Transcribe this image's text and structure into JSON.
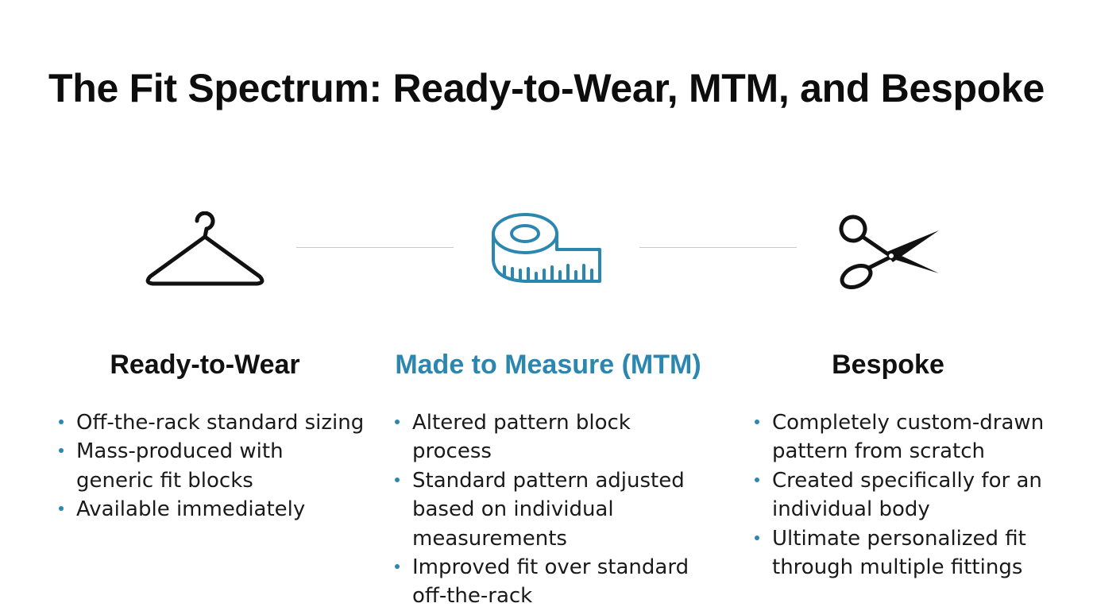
{
  "title": "The Fit Spectrum: Ready-to-Wear, MTM, and Bespoke",
  "colors": {
    "accent": "#2b86b0",
    "text": "#111111",
    "connector": "#c9c9c9"
  },
  "columns": [
    {
      "icon": "hanger-icon",
      "heading": "Ready-to-Wear",
      "bullets": [
        "Off-the-rack standard sizing",
        "Mass-produced with generic fit blocks",
        "Available immediately"
      ]
    },
    {
      "icon": "measuring-tape-icon",
      "heading": "Made to Measure (MTM)",
      "bullets": [
        "Altered pattern block process",
        "Standard pattern adjusted based on individual measurements",
        "Improved fit over standard off-the-rack"
      ]
    },
    {
      "icon": "scissors-icon",
      "heading": "Bespoke",
      "bullets": [
        "Completely custom-drawn pattern from scratch",
        "Created specifically for an individual body",
        "Ultimate personalized fit through multiple fittings"
      ]
    }
  ]
}
